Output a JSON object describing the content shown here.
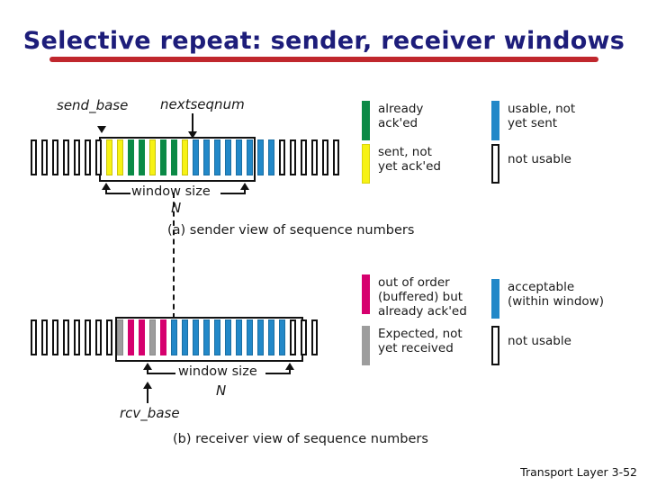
{
  "slide": {
    "title": "Selective repeat: sender, receiver windows",
    "title_color": "#1d1d7a",
    "rule_color": "#c0272d",
    "footer": "Transport Layer 3-52"
  },
  "colors": {
    "already_acked": "#0b8a46",
    "sent_not_acked": "#f7f214",
    "usable_not_sent": "#2288c8",
    "not_usable": "#ffffff",
    "out_of_order_acked": "#d6006e",
    "expected_not_received": "#9d9d9d",
    "acceptable": "#2288c8"
  },
  "sender": {
    "caption": "(a) sender view of sequence numbers",
    "send_base_label": "send_base",
    "nextseqnum_label": "nextseqnum",
    "window_size_label": "window size",
    "window_size_value": "N",
    "packets_before": [
      "white",
      "white",
      "white",
      "white",
      "white",
      "white",
      "white"
    ],
    "window_packets": [
      "yellow",
      "yellow",
      "green",
      "green",
      "yellow",
      "green",
      "green",
      "yellow",
      "blue",
      "blue",
      "blue",
      "blue",
      "blue",
      "blue",
      "blue",
      "blue"
    ],
    "packets_after": [
      "white",
      "white",
      "white",
      "white",
      "white",
      "white"
    ],
    "legend": [
      {
        "color_key": "green",
        "text": "already\nack'ed"
      },
      {
        "color_key": "yellow",
        "text": "sent, not\nyet ack'ed"
      },
      {
        "color_key": "blue",
        "text": "usable, not\nyet sent"
      },
      {
        "color_key": "white",
        "text": "not usable"
      }
    ]
  },
  "receiver": {
    "caption": "(b) receiver view of sequence numbers",
    "rcv_base_label": "rcv_base",
    "window_size_label": "window size",
    "window_size_value": "N",
    "packets_before": [
      "white",
      "white",
      "white",
      "white",
      "white",
      "white",
      "white",
      "white"
    ],
    "window_packets": [
      "gray",
      "magenta",
      "magenta",
      "gray",
      "magenta",
      "blue",
      "blue",
      "blue",
      "blue",
      "blue",
      "blue",
      "blue",
      "blue",
      "blue",
      "blue",
      "blue"
    ],
    "packets_after": [
      "white",
      "white",
      "white"
    ],
    "legend": [
      {
        "color_key": "magenta",
        "text": "out of order\n(buffered) but\nalready ack'ed"
      },
      {
        "color_key": "gray",
        "text": "Expected, not\nyet received"
      },
      {
        "color_key": "blue",
        "text": "acceptable\n(within window)"
      },
      {
        "color_key": "white",
        "text": "not usable"
      }
    ]
  }
}
